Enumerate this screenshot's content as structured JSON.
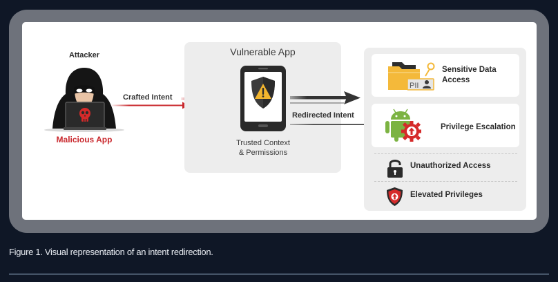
{
  "diagram": {
    "attacker": {
      "label": "Attacker",
      "sublabel": "Malicious App",
      "icon": "hooded-hacker-with-skull-laptop-icon"
    },
    "crafted_intent": {
      "label": "Crafted Intent",
      "color": "#c9282d"
    },
    "vulnerable_app": {
      "title": "Vulnerable App",
      "icon": "phone-with-warning-shield-icon",
      "caption_line1": "Trusted Context",
      "caption_line2": "& Permissions"
    },
    "redirected_intent": {
      "label": "Redirected Intent",
      "color": "#333333"
    },
    "impacts": {
      "cards": [
        {
          "line1": "Sensitive Data",
          "line2": "Access",
          "icon": "pii-folder-key-icon"
        },
        {
          "line1": "Privilege Escalation",
          "line2": "",
          "icon": "android-gear-up-icon"
        }
      ],
      "rows": [
        {
          "label": "Unauthorized Access",
          "icon": "unlocked-padlock-icon"
        },
        {
          "label": "Elevated Privileges",
          "icon": "shield-up-arrow-icon"
        }
      ]
    },
    "colors": {
      "accent_red": "#c9282d",
      "warning_yellow": "#f2b52e",
      "android_green": "#7cb342",
      "folder_yellow": "#f4b93a"
    }
  },
  "caption": {
    "text": "Figure 1. Visual representation of an intent redirection."
  }
}
